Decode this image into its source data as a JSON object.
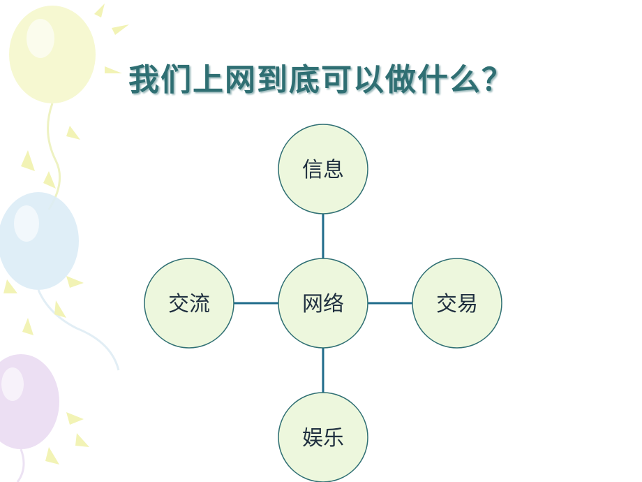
{
  "title": "我们上网到底可以做什么？",
  "diagram": {
    "center": "网络",
    "top": "信息",
    "left": "交流",
    "right": "交易",
    "bottom": "娱乐"
  },
  "colors": {
    "node_fill": "#edf7dd",
    "node_stroke": "#2f6f73",
    "connector": "#1f6b8a",
    "title": "#2f6f73"
  }
}
